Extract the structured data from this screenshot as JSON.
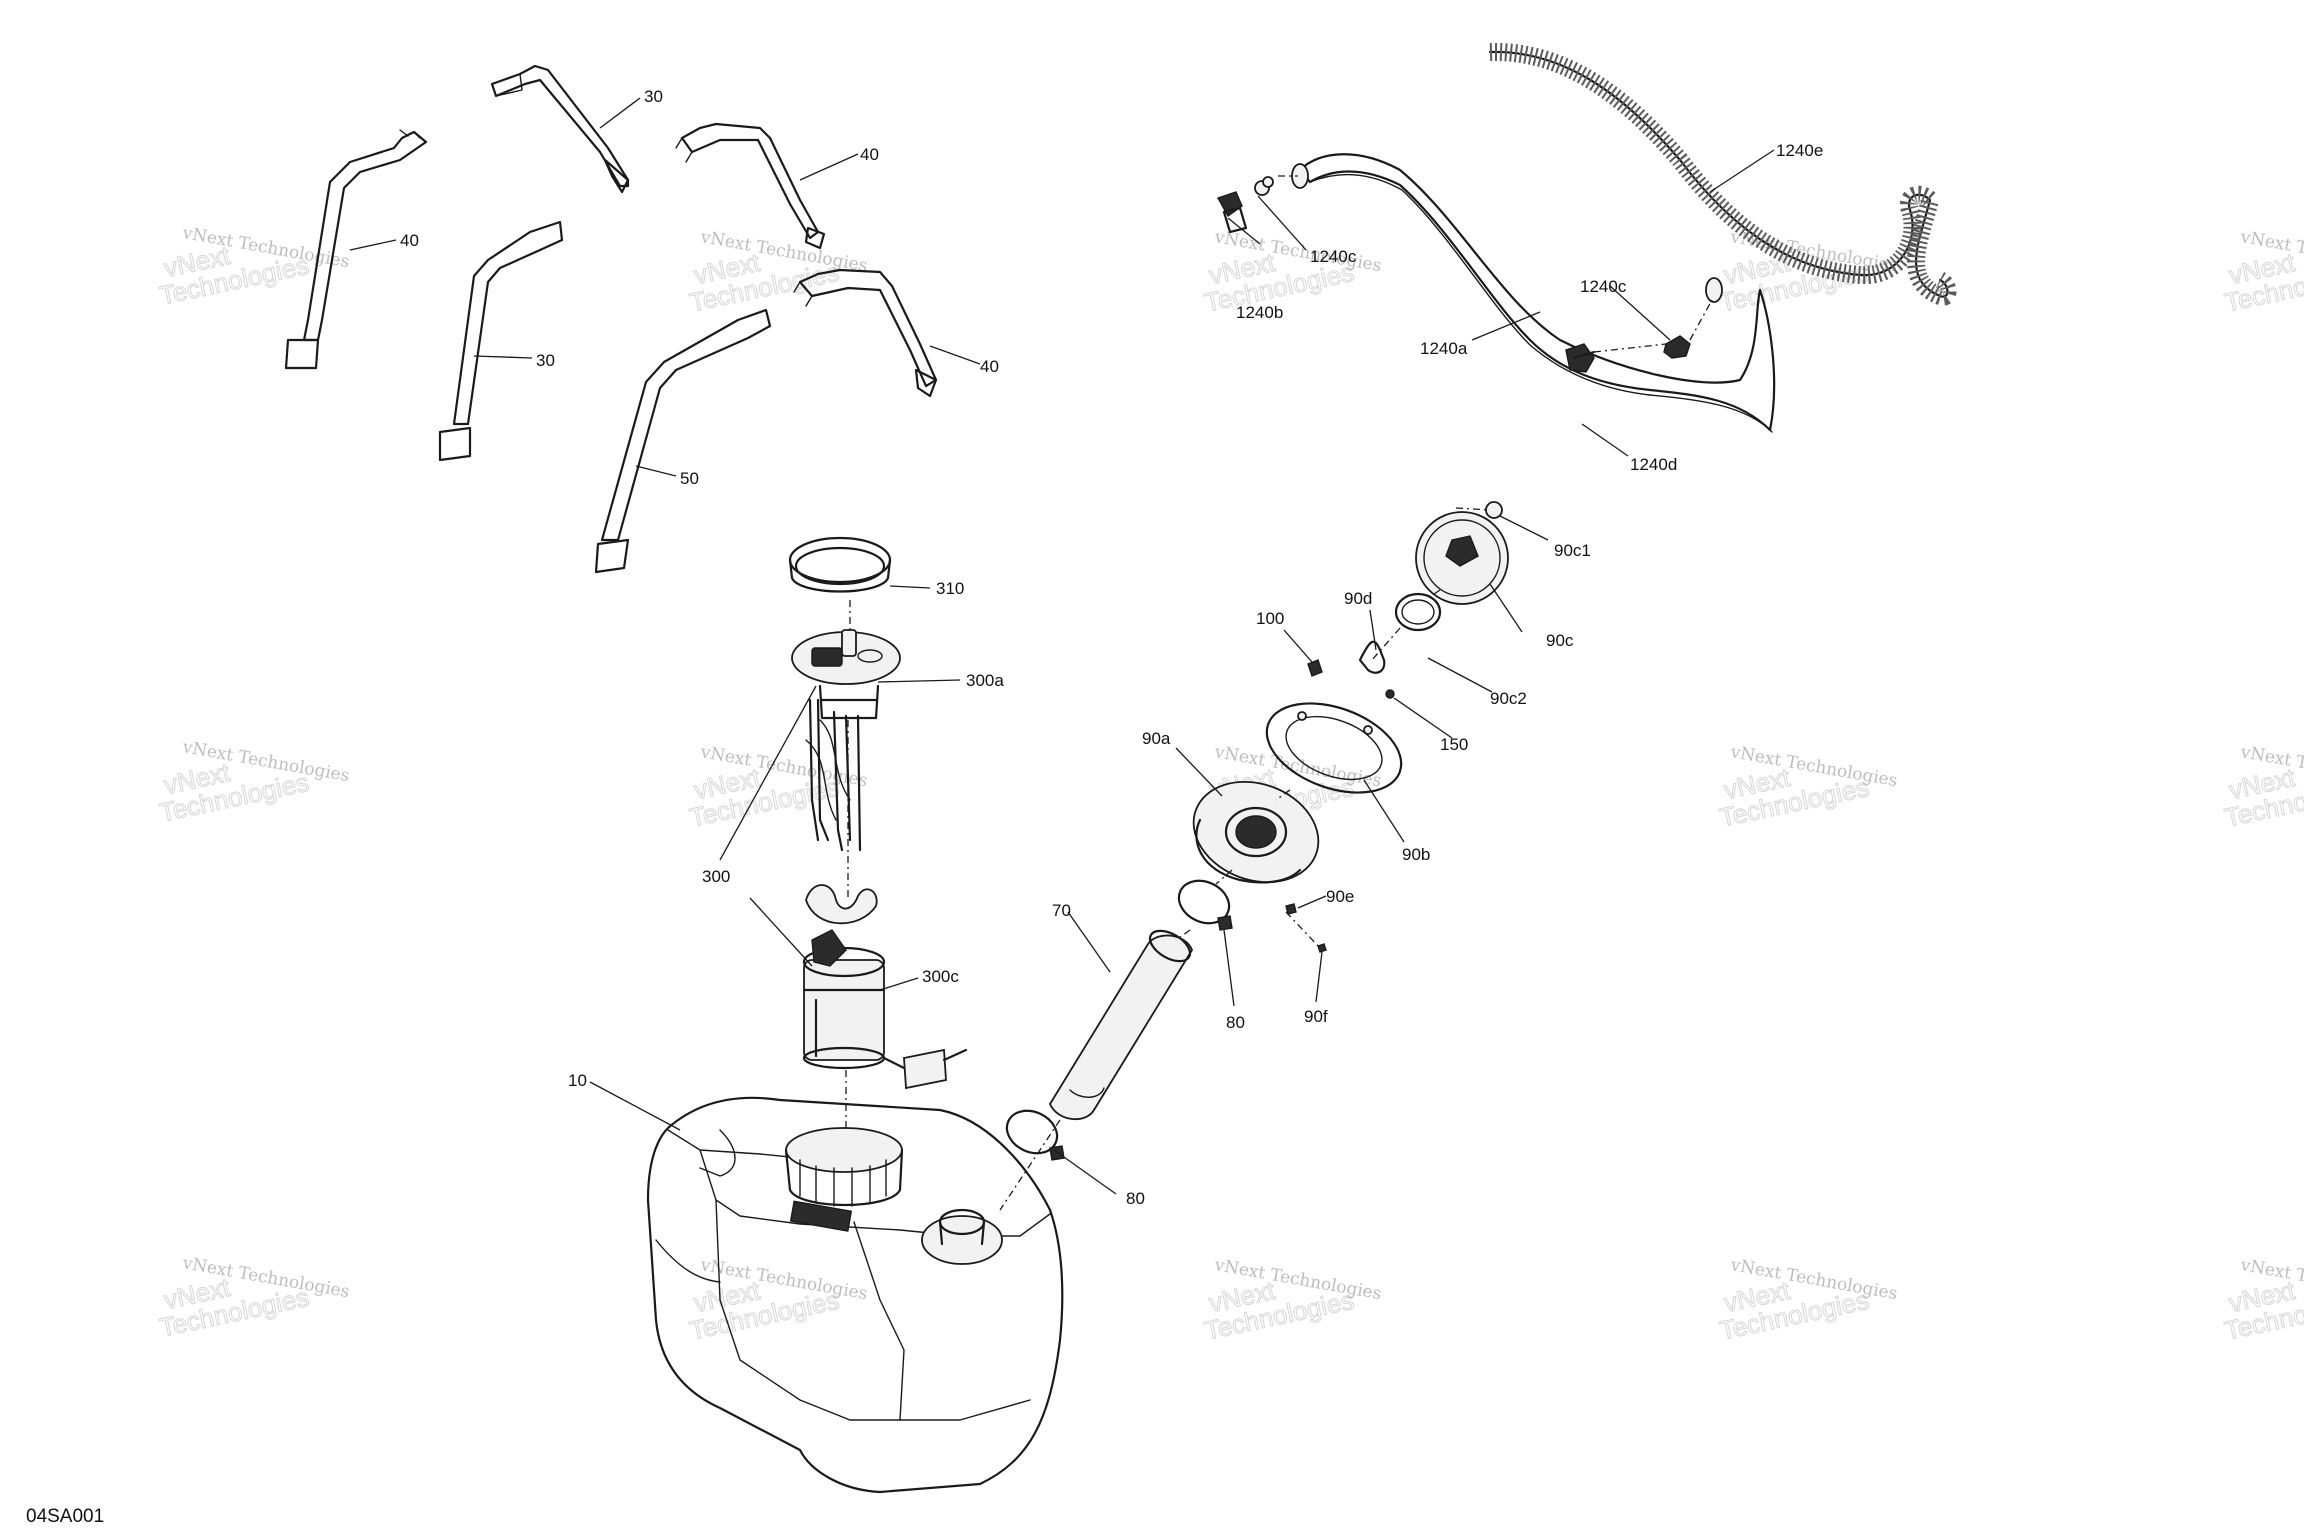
{
  "diagram": {
    "code": "04SA001",
    "watermark": {
      "line1": "vNext Technologies",
      "line2": "vNext\nTechnologies"
    },
    "callouts": {
      "c30a": "30",
      "c40a": "40",
      "c40b": "40",
      "c40c": "40",
      "c30b": "30",
      "c50": "50",
      "c1240e": "1240e",
      "c1240c_top": "1240c",
      "c1240b": "1240b",
      "c1240a": "1240a",
      "c1240c": "1240c",
      "c1240d": "1240d",
      "c310": "310",
      "c300a": "300a",
      "c300": "300",
      "c300c": "300c",
      "c10": "10",
      "c90c1": "90c1",
      "c90c": "90c",
      "c90d": "90d",
      "c100": "100",
      "c90c2": "90c2",
      "c150": "150",
      "c90a": "90a",
      "c90b": "90b",
      "c90e": "90e",
      "c70": "70",
      "c80a": "80",
      "c90f": "90f",
      "c80b": "80"
    }
  }
}
